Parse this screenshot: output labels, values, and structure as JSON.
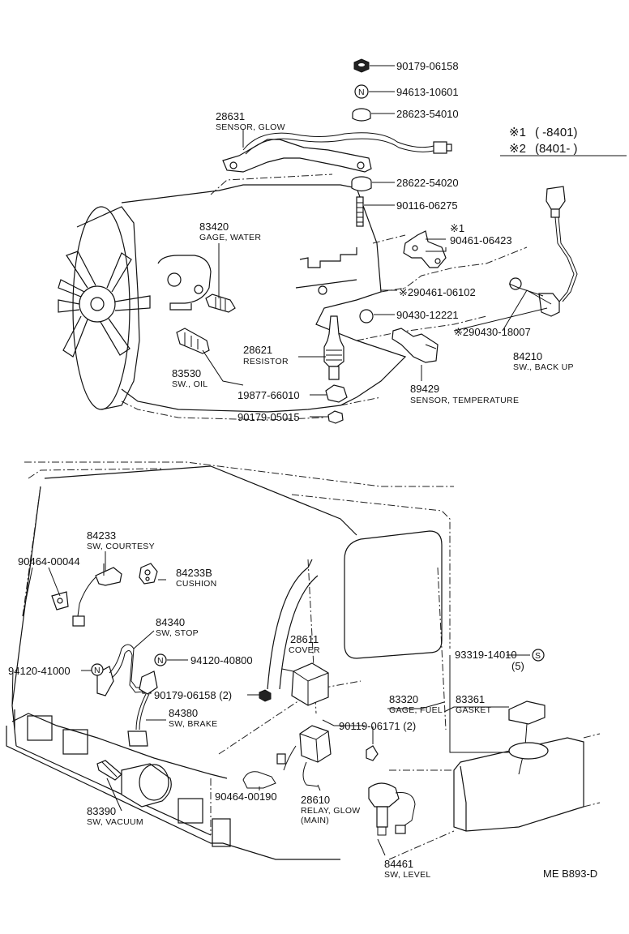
{
  "legend": {
    "mark1_label": "※1",
    "mark1_range": "(      -8401)",
    "mark2_label": "※2",
    "mark2_range": "(8401-      )"
  },
  "labels": [
    {
      "num": "90179-06158"
    },
    {
      "num": "94613-10601"
    },
    {
      "num": "28623-54010"
    },
    {
      "num": "28631",
      "name": "SENSOR, GLOW"
    },
    {
      "num": "28622-54020"
    },
    {
      "num": "90116-06275"
    },
    {
      "num": "83420",
      "name": "GAGE, WATER"
    },
    {
      "num": "※1"
    },
    {
      "num": "90461-06423"
    },
    {
      "num": "※290461-06102"
    },
    {
      "num": "90430-12221"
    },
    {
      "num": "※290430-18007"
    },
    {
      "num": "28621",
      "name": "RESISTOR"
    },
    {
      "num": "84210",
      "name": "SW., BACK UP"
    },
    {
      "num": "83530",
      "name": "SW., OIL"
    },
    {
      "num": "19877-66010"
    },
    {
      "num": "89429",
      "name": "SENSOR, TEMPERATURE"
    },
    {
      "num": "90179-05015"
    },
    {
      "num": "84233",
      "name": "SW, COURTESY"
    },
    {
      "num": "90464-00044"
    },
    {
      "num": "84233B",
      "name": "CUSHION"
    },
    {
      "num": "84340",
      "name": "SW, STOP"
    },
    {
      "num": "94120-41000"
    },
    {
      "num": "94120-40800"
    },
    {
      "num": "90179-06158 (2)"
    },
    {
      "num": "84380",
      "name": "SW, BRAKE"
    },
    {
      "num": "28611",
      "name": "COVER"
    },
    {
      "num": "93319-14010"
    },
    {
      "num": "(5)"
    },
    {
      "num": "83320",
      "name": "GAGE, FUEL"
    },
    {
      "num": "83361",
      "name": "GASKET"
    },
    {
      "num": "90119-06171 (2)"
    },
    {
      "num": "90464-00190"
    },
    {
      "num": "83390",
      "name": "SW, VACUUM"
    },
    {
      "num": "28610",
      "name": "RELAY, GLOW"
    },
    {
      "num": "(MAIN)"
    },
    {
      "num": "84461",
      "name": "SW, LEVEL"
    }
  ],
  "callouts": {
    "n_symbol": "N",
    "s_symbol": "S"
  },
  "footer": {
    "code": "ME  B893-D"
  }
}
